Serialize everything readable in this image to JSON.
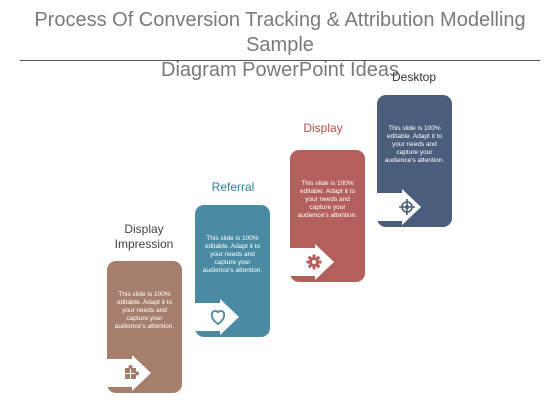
{
  "title": {
    "line1": "Process Of Conversion Tracking & Attribution Modelling Sample",
    "line2": "Diagram PowerPoint Ideas"
  },
  "steps": [
    {
      "label_line1": "Display",
      "label_line2": "Impression",
      "text": "This slide is 100% editable. Adapt it to your needs and capture your audience's attention.",
      "color": "#a57e6c",
      "label_color": "#444444",
      "icon": "puzzle-icon"
    },
    {
      "label_line1": "Referral",
      "label_line2": "",
      "text": "This slide is 100% editable. Adapt it to your needs and capture your audience's attention.",
      "color": "#4a8ba3",
      "label_color": "#2e7f9c",
      "icon": "heart-icon"
    },
    {
      "label_line1": "Display",
      "label_line2": "",
      "text": "This slide is 100% editable. Adapt it to your needs and capture your audience's attention.",
      "color": "#b3605d",
      "label_color": "#b3504b",
      "icon": "gear-icon"
    },
    {
      "label_line1": "Desktop",
      "label_line2": "",
      "text": "This slide is 100% editable. Adapt it to your needs and capture your audience's attention.",
      "color": "#4a5d7a",
      "label_color": "#333333",
      "icon": "crosshair-icon"
    }
  ]
}
